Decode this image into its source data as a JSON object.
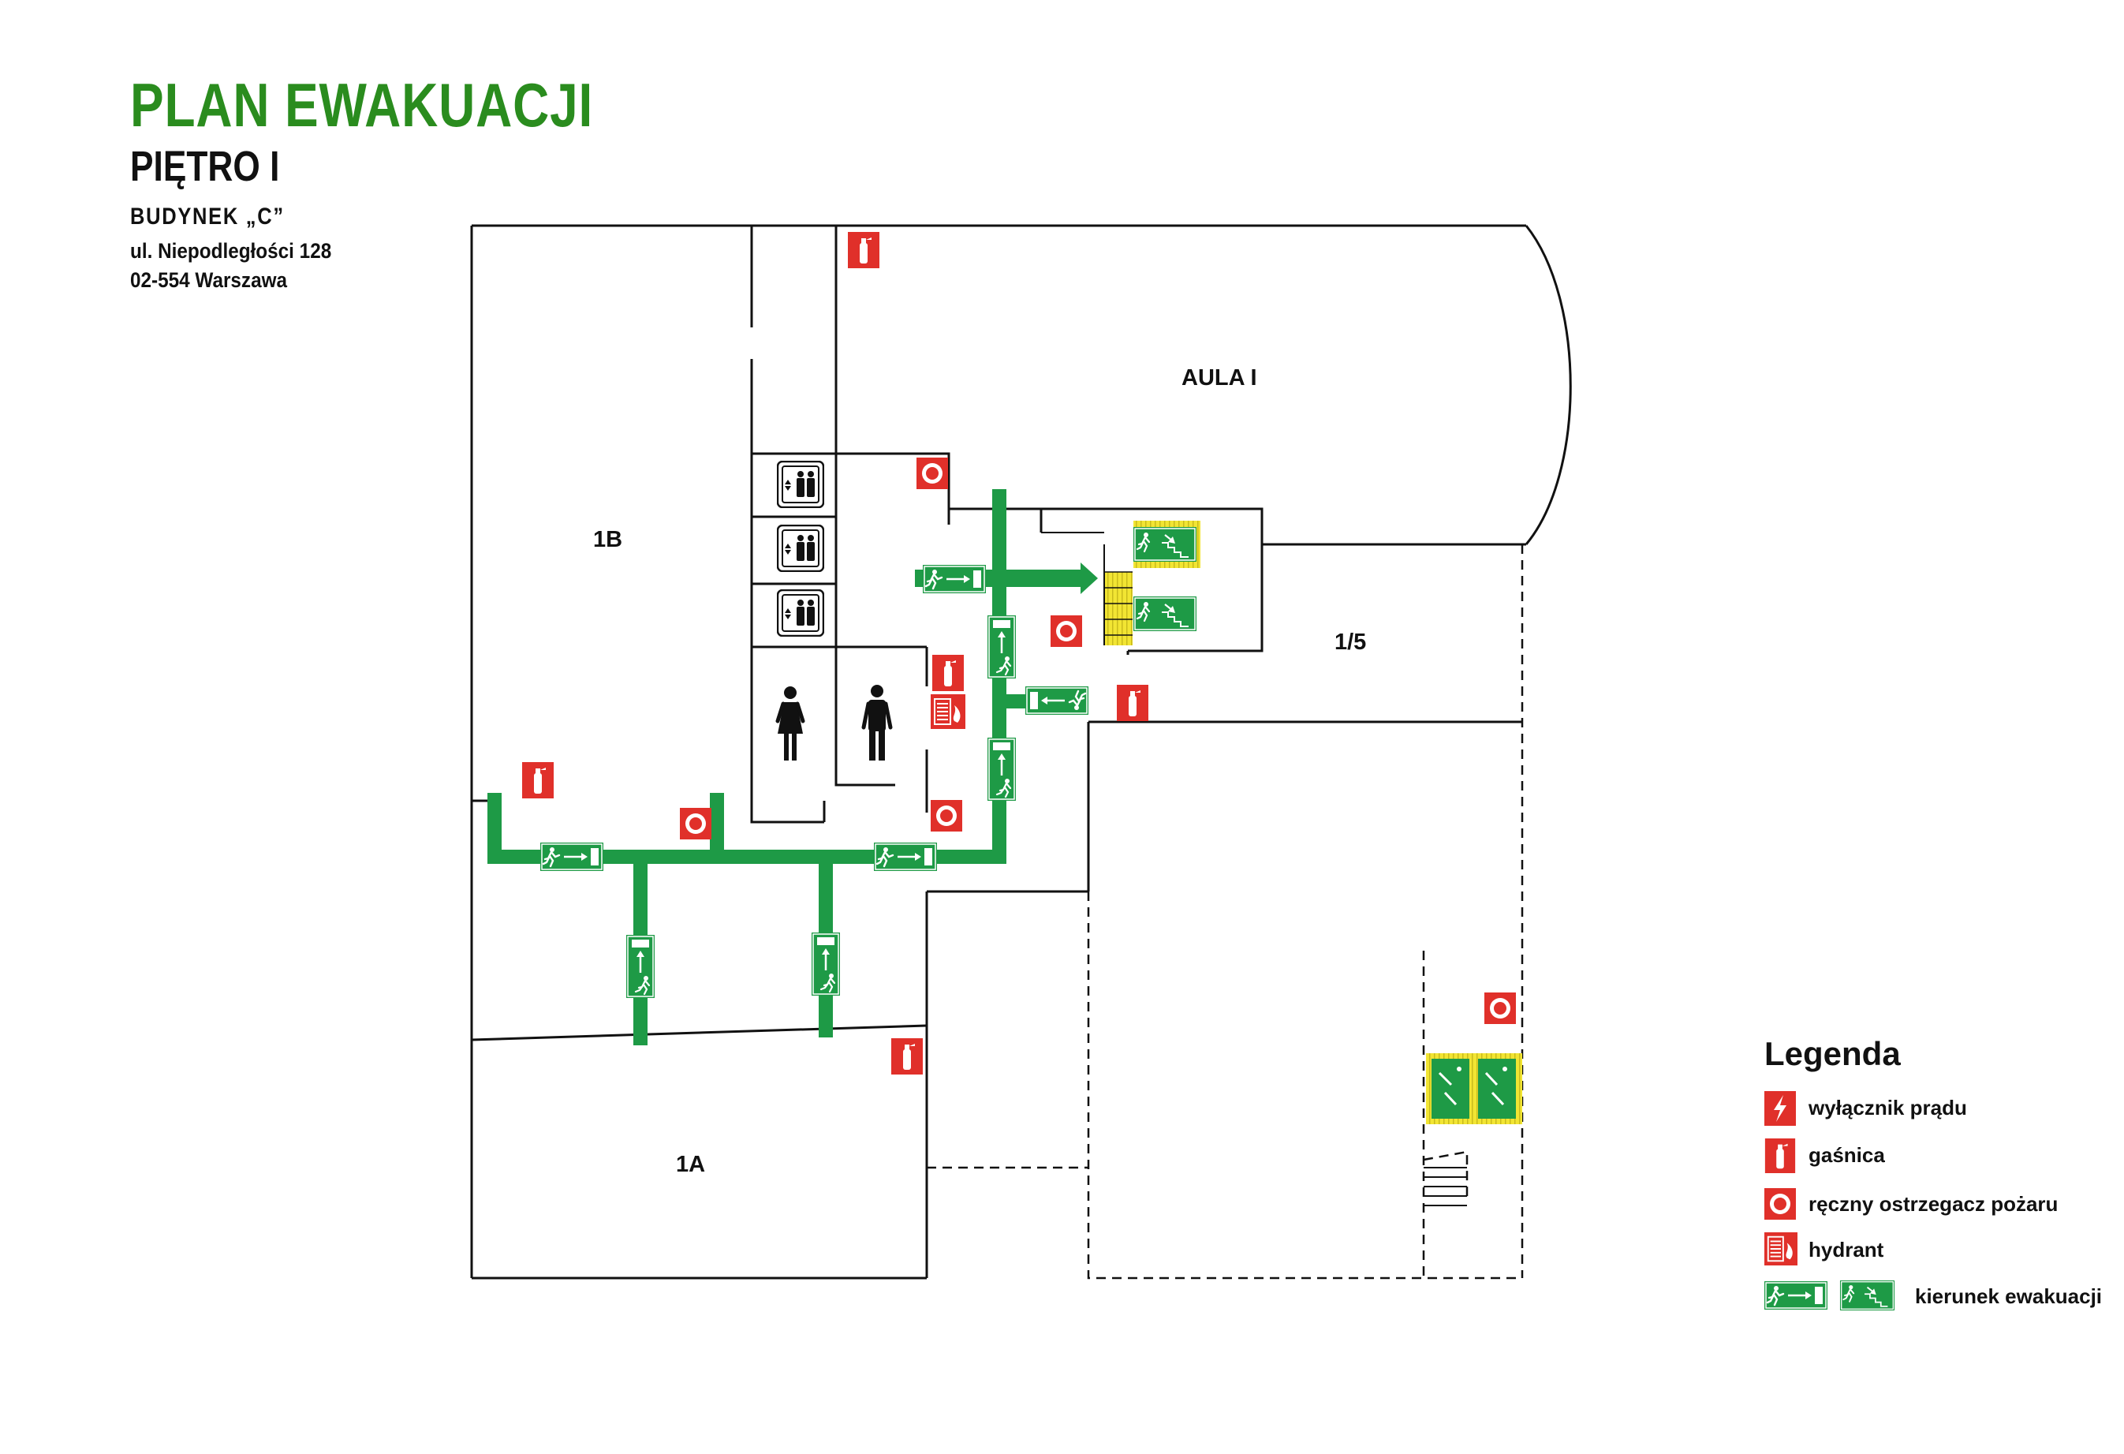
{
  "header": {
    "title": "PLAN EWAKUACJI",
    "floor": "PIĘTRO I",
    "building": "BUDYNEK „C”",
    "street": "ul. Niepodległości 128",
    "city": "02-554 Warszawa"
  },
  "rooms": {
    "aula": "AULA I",
    "r1b": "1B",
    "r15": "1/5",
    "r1a": "1A"
  },
  "legend": {
    "title": "Legenda",
    "items": {
      "switch": "wyłącznik prądu",
      "extinguisher": "gaśnica",
      "alarm": "ręczny ostrzegacz pożaru",
      "hydrant": "hydrant",
      "route": "kierunek ewakuacji"
    }
  },
  "colors": {
    "safety_green": "#1e9a46",
    "fire_red": "#e0302a",
    "title_green": "#2a8c1e",
    "stair_yellow": "#f2e533",
    "walls": "#111111"
  },
  "icons": [
    "extinguisher-icon",
    "fire-alarm-icon",
    "hydrant-icon",
    "power-switch-icon",
    "exit-sign-icon",
    "stairs-exit-icon",
    "elevator-icon",
    "woman-icon",
    "man-icon"
  ]
}
